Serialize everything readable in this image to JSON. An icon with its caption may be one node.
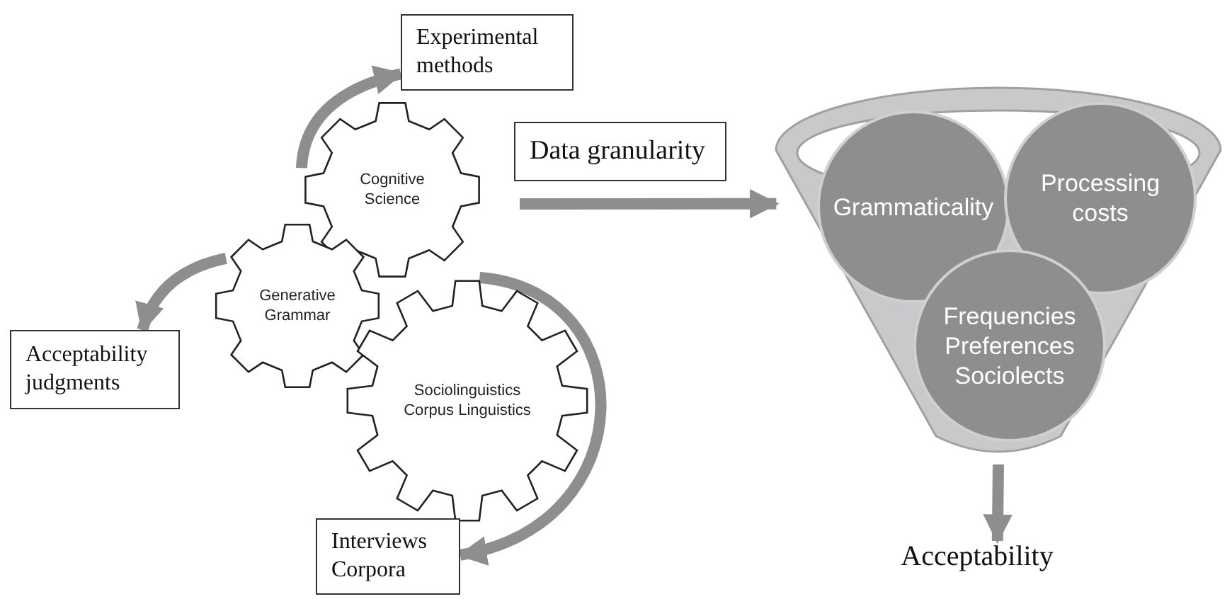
{
  "diagram": {
    "nodes": [
      {
        "text": [
          "Experimental methods"
        ]
      },
      {
        "text": [
          "Cognitive Science"
        ]
      },
      {
        "text": [
          "Data granularity"
        ]
      },
      {
        "text": [
          "Generative Grammar"
        ]
      },
      {
        "text": [
          "Acceptability judgments"
        ]
      },
      {
        "text": [
          "Sociolinguistics Corpus Linguistics"
        ]
      },
      {
        "text": [
          "Interviews Corpora"
        ]
      },
      {
        "text": [],
        "shape": "funnel"
      },
      {
        "text": [
          "Grammaticality"
        ],
        "in": 7
      },
      {
        "text": [
          "Processing costs"
        ],
        "in": 7
      },
      {
        "text": [
          "Frequencies Preferences Sociolects"
        ],
        "in": 7
      },
      {
        "text": [
          "Acceptability"
        ]
      }
    ],
    "edges": [
      {
        "from": 1,
        "to": 0,
        "arrow": "to"
      },
      {
        "from": 3,
        "to": 4,
        "arrow": "to"
      },
      {
        "from": 5,
        "to": 6,
        "arrow": "to"
      },
      {
        "from": null,
        "to": 7,
        "arrow": "to"
      },
      {
        "from": 7,
        "to": 11,
        "arrow": "to"
      }
    ]
  }
}
